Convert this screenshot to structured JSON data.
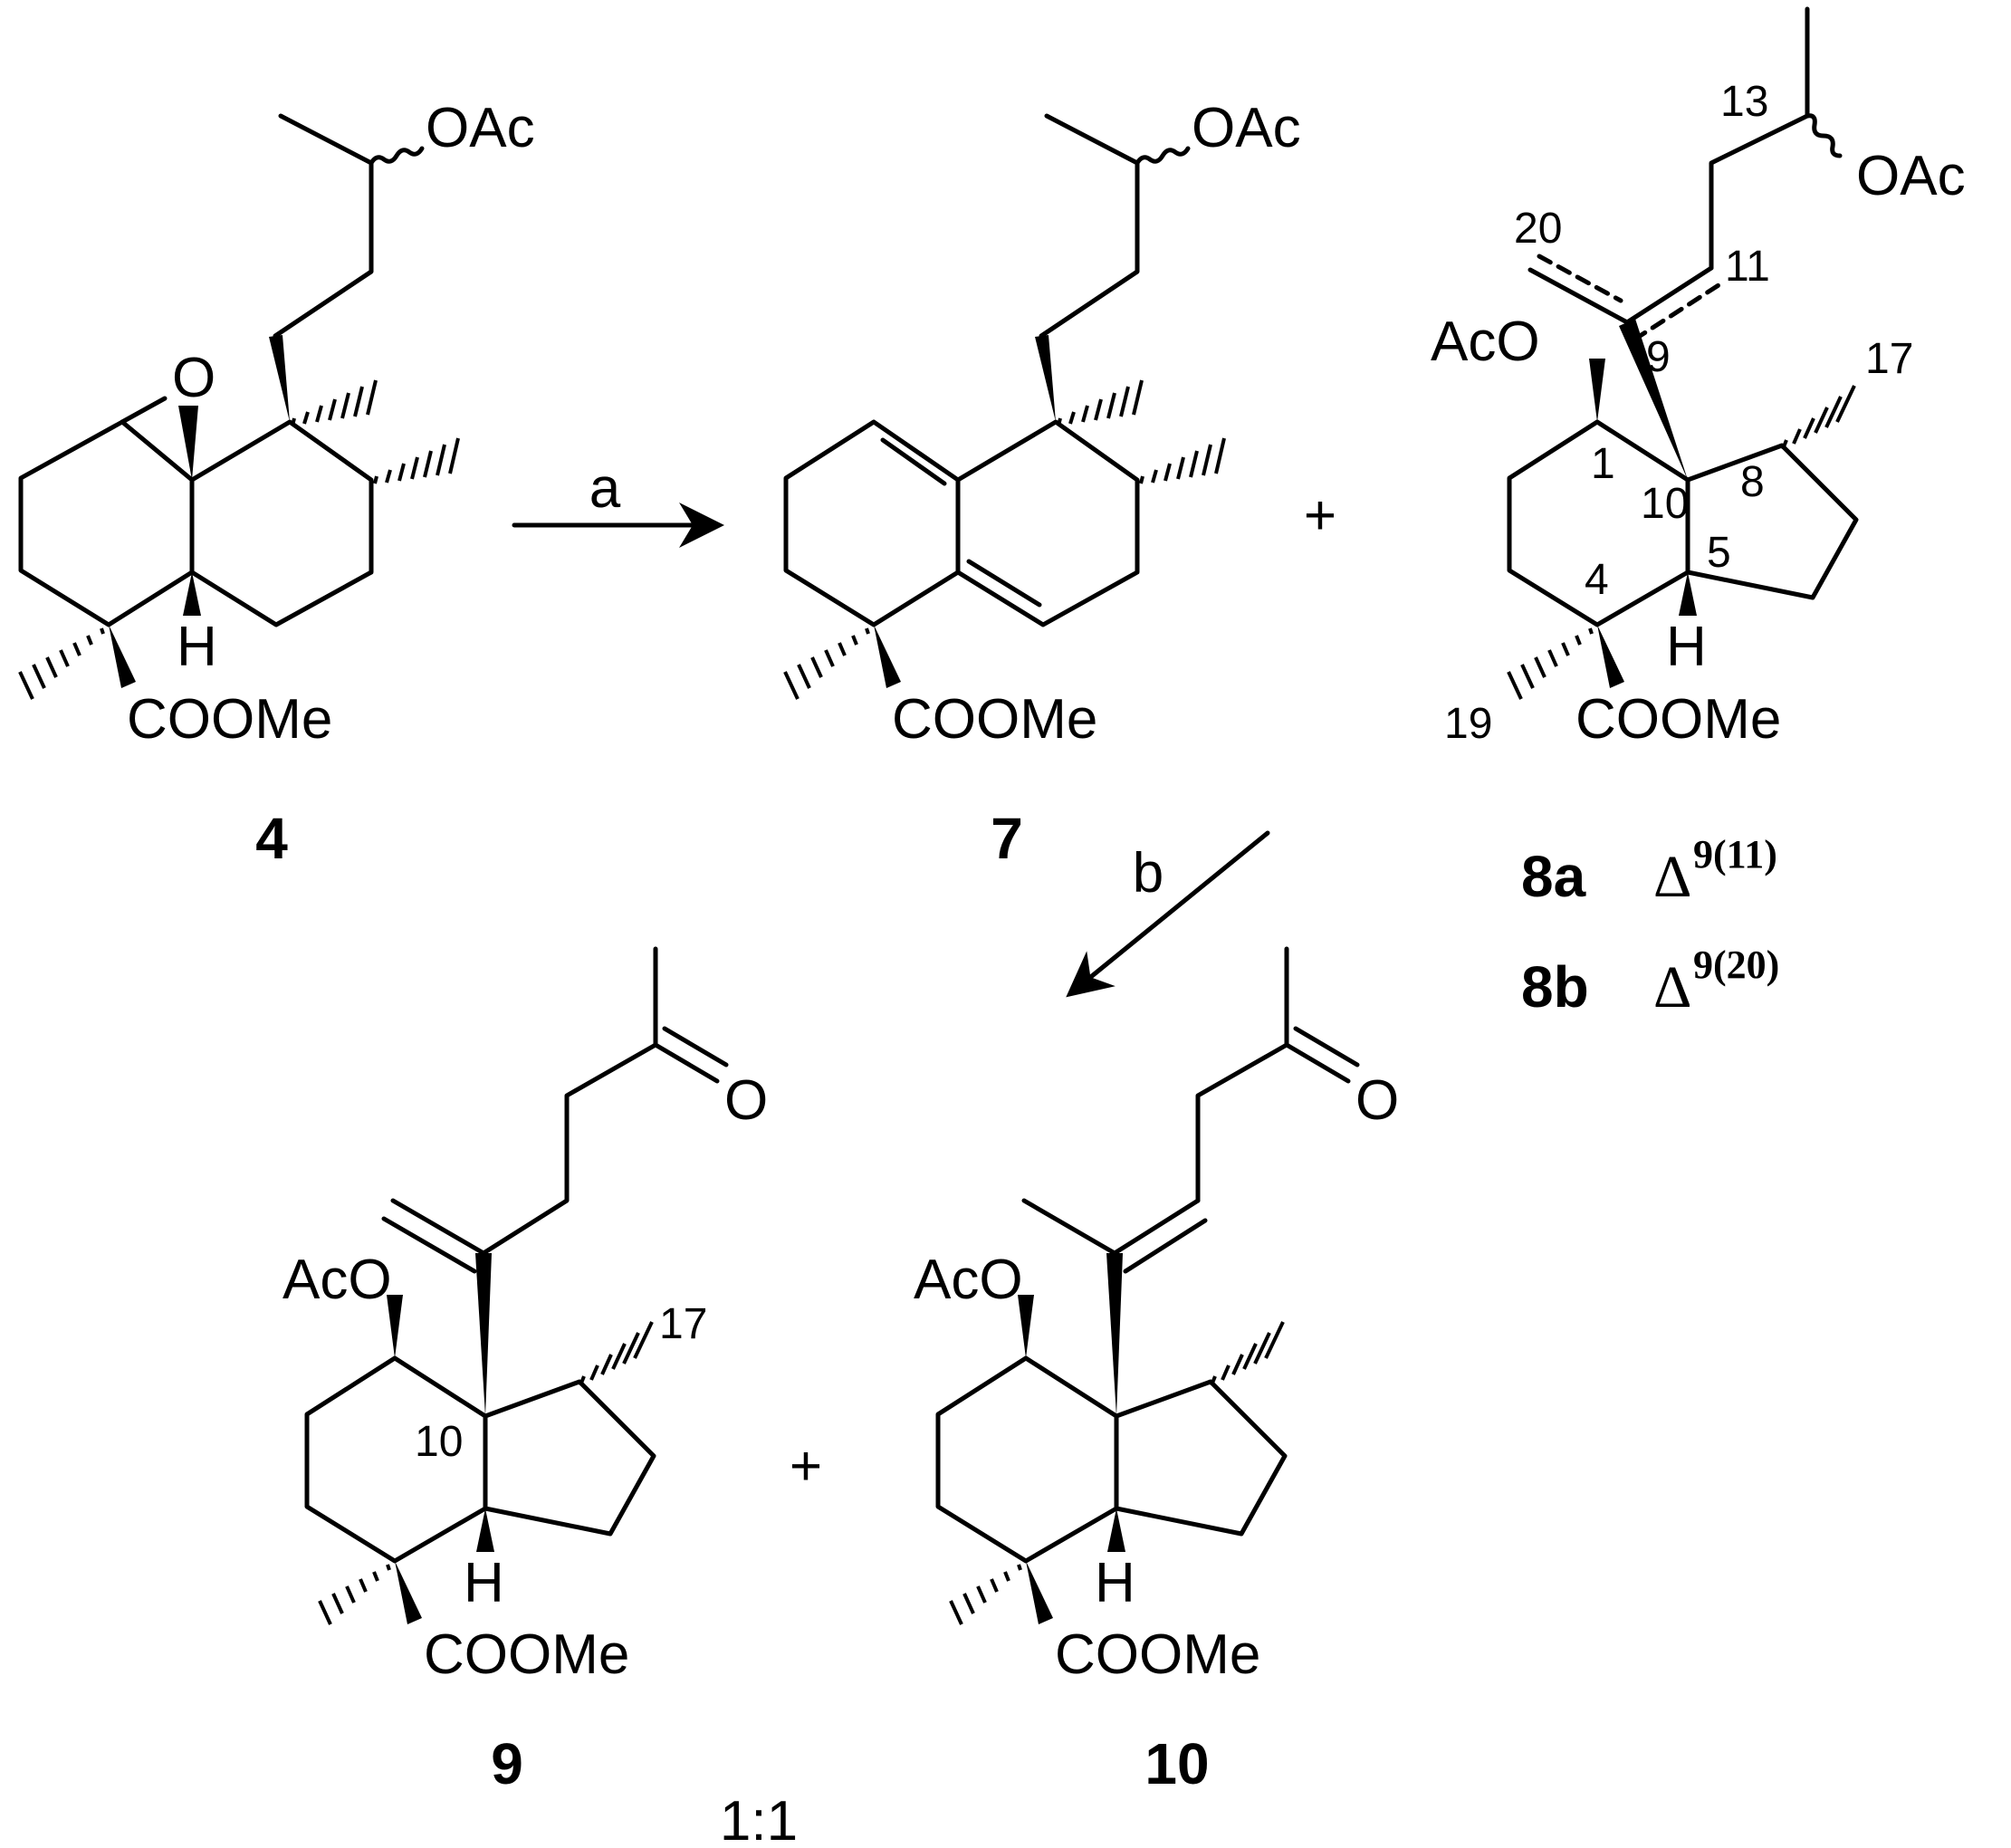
{
  "scheme": {
    "compounds": {
      "c4": {
        "label": "4"
      },
      "c7": {
        "label": "7"
      },
      "c8a": {
        "label": "8a",
        "descriptor_base": "Δ",
        "descriptor_sup": "9(11)"
      },
      "c8b": {
        "label": "8b",
        "descriptor_base": "Δ",
        "descriptor_sup": "9(20)"
      },
      "c9": {
        "label": "9"
      },
      "c10": {
        "label": "10"
      }
    },
    "reagents": {
      "step_a": "a",
      "step_b": "b"
    },
    "operators": {
      "plus": "+"
    },
    "ratio": "1:1",
    "atom_labels": {
      "oac": "OAc",
      "aco": "AcO",
      "coome": "COOMe",
      "o": "O",
      "h": "H"
    },
    "locants": {
      "n1": "1",
      "n4": "4",
      "n5": "5",
      "n8": "8",
      "n9": "9",
      "n10": "10",
      "n11": "11",
      "n13": "13",
      "n17": "17",
      "n19": "19",
      "n20": "20"
    }
  }
}
